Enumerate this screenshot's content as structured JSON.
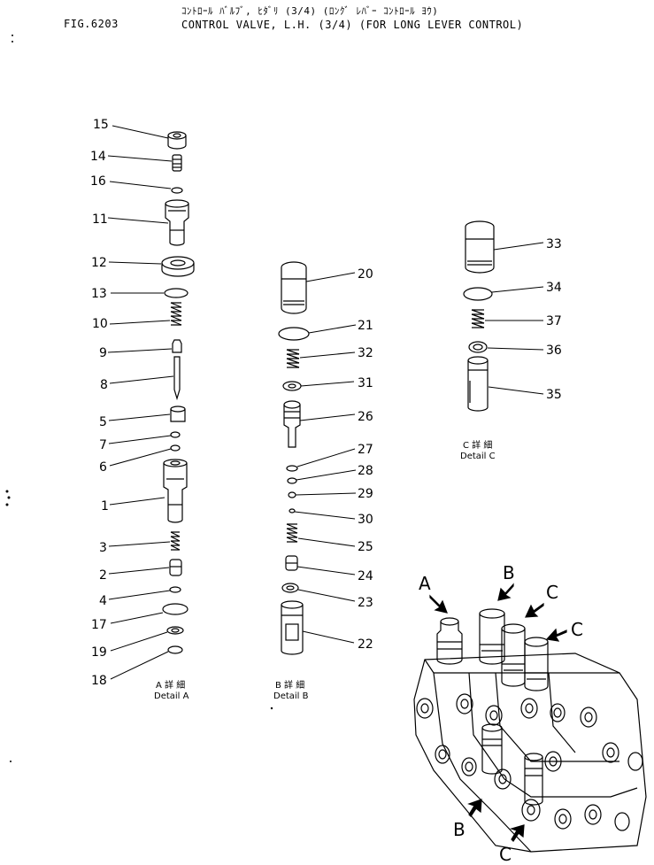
{
  "header": {
    "fig_no": "FIG.6203",
    "title_jp": "ｺﾝﾄﾛｰﾙ ﾊﾞﾙﾌﾞ, ﾋﾀﾞﾘ (3/4) (ﾛﾝｸﾞ ﾚﾊﾞｰ ｺﾝﾄﾛｰﾙ ﾖｳ)",
    "title_en": "CONTROL VALVE, L.H. (3/4) (FOR LONG LEVER CONTROL)"
  },
  "detail_a": {
    "caption_jp": "A 詳 細",
    "caption_en": "Detail A",
    "parts": [
      "15",
      "14",
      "16",
      "11",
      "12",
      "13",
      "10",
      "9",
      "8",
      "5",
      "7",
      "6",
      "1",
      "3",
      "2",
      "4",
      "17",
      "19",
      "18"
    ]
  },
  "detail_b": {
    "caption_jp": "B 詳 細",
    "caption_en": "Detail B",
    "parts": [
      "20",
      "21",
      "32",
      "31",
      "26",
      "27",
      "28",
      "29",
      "30",
      "25",
      "24",
      "23",
      "22"
    ]
  },
  "detail_c": {
    "caption_jp": "C 詳 細",
    "caption_en": "Detail C",
    "parts": [
      "33",
      "34",
      "37",
      "36",
      "35"
    ]
  },
  "assembly": {
    "labels": [
      "A",
      "B",
      "C",
      "C",
      "B",
      "C"
    ]
  }
}
